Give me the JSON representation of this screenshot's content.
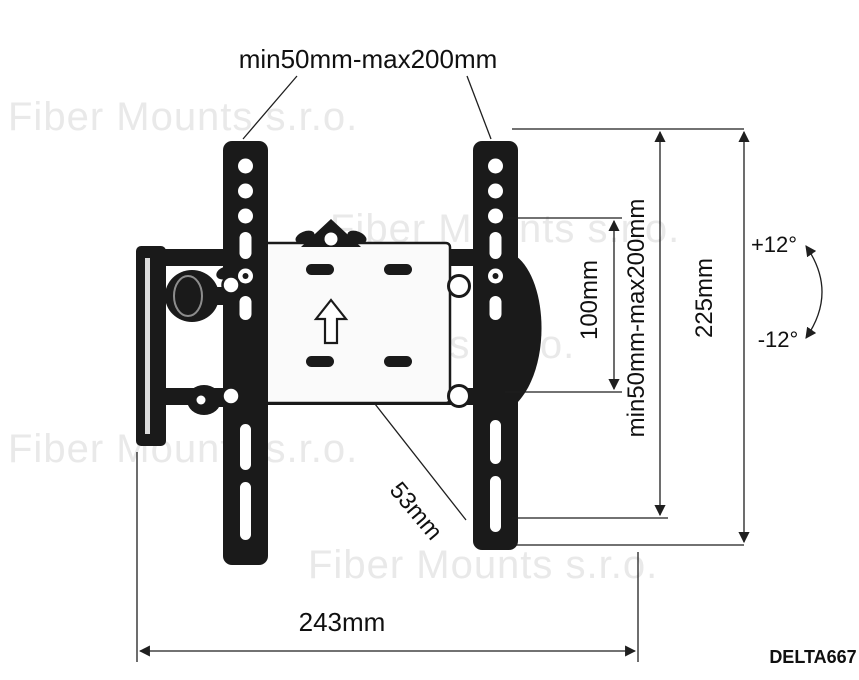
{
  "watermark": {
    "text": "Fiber Mounts s.r.o."
  },
  "model_code": "DELTA667",
  "labels": {
    "top_span": "min50mm-max200mm",
    "hole_pitch": "100mm",
    "vertical_span": "min50mm-max200mm",
    "bracket_height": "225mm",
    "tilt_up": "+12°",
    "tilt_down": "-12°",
    "profile_depth": "53mm",
    "base_width": "243mm"
  },
  "colors": {
    "ink": "#1a1a1a",
    "background": "#ffffff",
    "watermark": "#e9e9e9"
  }
}
